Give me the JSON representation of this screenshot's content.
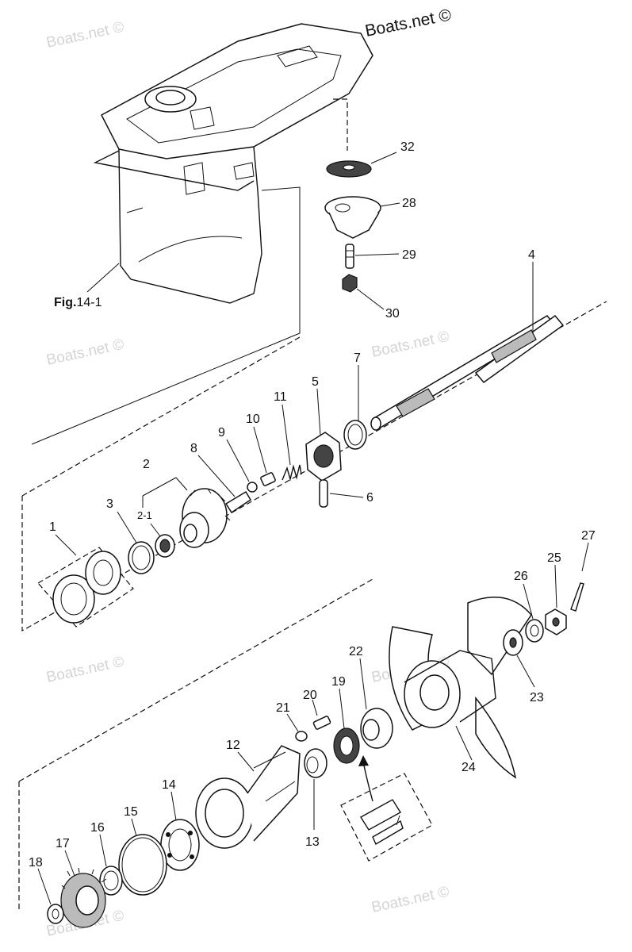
{
  "watermark": {
    "header": "Boats.net ©",
    "faint": [
      "Boats.net ©",
      "Boats.net ©",
      "Boats.net ©",
      "Boats.net ©",
      "Boats.net ©",
      "Boats.net ©",
      "Boats.net ©"
    ]
  },
  "figure_ref": {
    "prefix": "Fig.",
    "number": "14-1"
  },
  "parts": [
    {
      "id": "1",
      "label": "1"
    },
    {
      "id": "2",
      "label": "2"
    },
    {
      "id": "2-1",
      "label": "2-1"
    },
    {
      "id": "3",
      "label": "3"
    },
    {
      "id": "4",
      "label": "4"
    },
    {
      "id": "5",
      "label": "5"
    },
    {
      "id": "6",
      "label": "6"
    },
    {
      "id": "7",
      "label": "7"
    },
    {
      "id": "8",
      "label": "8"
    },
    {
      "id": "9",
      "label": "9"
    },
    {
      "id": "10",
      "label": "10"
    },
    {
      "id": "11",
      "label": "11"
    },
    {
      "id": "12",
      "label": "12"
    },
    {
      "id": "13",
      "label": "13"
    },
    {
      "id": "14",
      "label": "14"
    },
    {
      "id": "15",
      "label": "15"
    },
    {
      "id": "16",
      "label": "16"
    },
    {
      "id": "17",
      "label": "17"
    },
    {
      "id": "18",
      "label": "18"
    },
    {
      "id": "19",
      "label": "19"
    },
    {
      "id": "20",
      "label": "20"
    },
    {
      "id": "21",
      "label": "21"
    },
    {
      "id": "22",
      "label": "22"
    },
    {
      "id": "23",
      "label": "23"
    },
    {
      "id": "24",
      "label": "24"
    },
    {
      "id": "25",
      "label": "25"
    },
    {
      "id": "26",
      "label": "26"
    },
    {
      "id": "27",
      "label": "27"
    },
    {
      "id": "28",
      "label": "28"
    },
    {
      "id": "29",
      "label": "29"
    },
    {
      "id": "30",
      "label": "30"
    },
    {
      "id": "32",
      "label": "32"
    }
  ]
}
